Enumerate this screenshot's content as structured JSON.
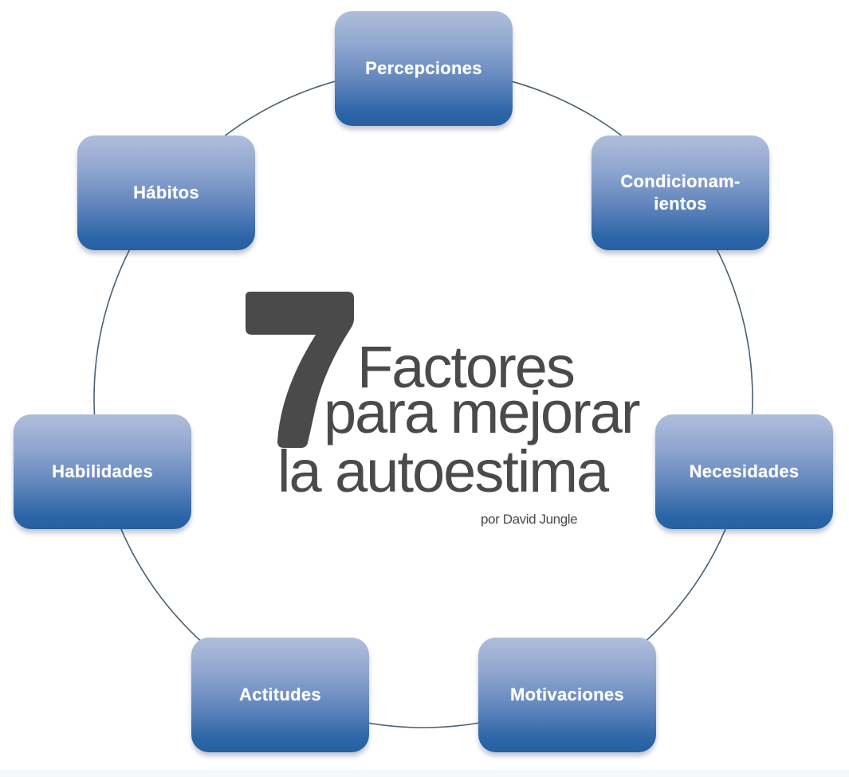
{
  "diagram": {
    "type": "cycle",
    "title": {
      "number": "7",
      "line1": "Factores",
      "line2": "para mejorar",
      "line3": "la autoestima",
      "author": "por David Jungle"
    },
    "nodes": [
      {
        "id": "percepciones",
        "label": "Percepciones"
      },
      {
        "id": "condicionamientos",
        "label": "Condicionam-\nientos"
      },
      {
        "id": "necesidades",
        "label": "Necesidades"
      },
      {
        "id": "motivaciones",
        "label": "Motivaciones"
      },
      {
        "id": "actitudes",
        "label": "Actitudes"
      },
      {
        "id": "habilidades",
        "label": "Habilidades"
      },
      {
        "id": "habitos",
        "label": "Hábitos"
      }
    ],
    "colors": {
      "node_gradient_top": "#b0bedb",
      "node_gradient_bottom": "#2660a2",
      "node_text": "#ffffff",
      "ring_line": "#4a6070",
      "title_text": "#4a4a4a"
    }
  }
}
